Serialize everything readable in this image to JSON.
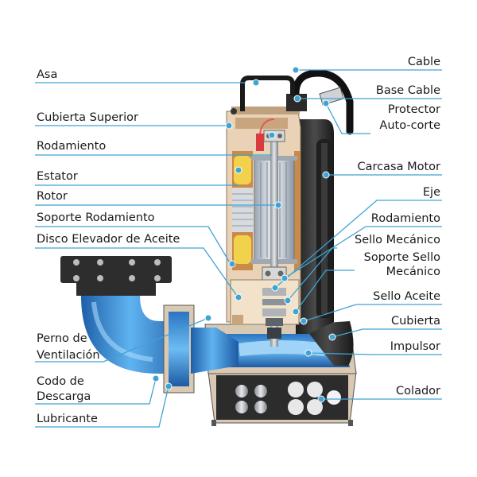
{
  "labels_left": [
    {
      "id": "asa",
      "text": "Asa"
    },
    {
      "id": "cubierta-superior",
      "text": "Cubierta Superior"
    },
    {
      "id": "rodamiento-superior",
      "text": "Rodamiento"
    },
    {
      "id": "estator",
      "text": "Estator"
    },
    {
      "id": "rotor",
      "text": "Rotor"
    },
    {
      "id": "soporte-rodamiento",
      "text": "Soporte Rodamiento"
    },
    {
      "id": "disco-elevador",
      "text": "Disco Elevador de Aceite"
    },
    {
      "id": "perno-ventilacion",
      "lines": [
        "Perno de",
        "Ventilación"
      ]
    },
    {
      "id": "codo-descarga",
      "lines": [
        "Codo de",
        "Descarga"
      ]
    },
    {
      "id": "lubricante",
      "text": "Lubricante"
    }
  ],
  "labels_right": [
    {
      "id": "cable",
      "text": "Cable"
    },
    {
      "id": "base-cable",
      "text": "Base Cable"
    },
    {
      "id": "protector",
      "lines": [
        "Protector",
        "Auto-corte"
      ]
    },
    {
      "id": "carcasa-motor",
      "text": "Carcasa Motor"
    },
    {
      "id": "eje",
      "text": "Eje"
    },
    {
      "id": "rodamiento-inferior",
      "text": "Rodamiento"
    },
    {
      "id": "sello-mecanico",
      "text": "Sello Mecánico"
    },
    {
      "id": "soporte-sello",
      "lines": [
        "Soporte Sello",
        "Mecánico"
      ]
    },
    {
      "id": "sello-aceite",
      "text": "Sello Aceite"
    },
    {
      "id": "cubierta",
      "text": "Cubierta"
    },
    {
      "id": "impulsor",
      "text": "Impulsor"
    },
    {
      "id": "colador",
      "text": "Colador"
    }
  ],
  "colors": {
    "leader": "#3fa3d4",
    "pipe_blue": "#3b8fd6",
    "casing_dark": "#2b2b2b",
    "cover_beige": "#e9d2b5",
    "metal_grey": "#c9ccd1"
  }
}
